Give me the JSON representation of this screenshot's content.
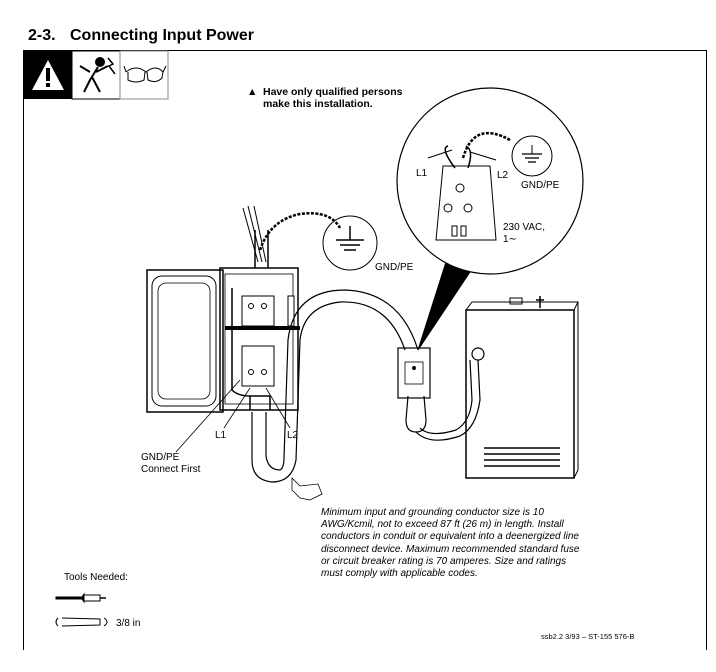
{
  "section": {
    "number": "2-3.",
    "title": "Connecting Input Power"
  },
  "safety_icons": [
    "warning-icon",
    "electric-shock-icon",
    "safety-glasses-icon"
  ],
  "warning": {
    "symbol": "▲",
    "line1": "Have only qualified persons",
    "line2": "make this installation."
  },
  "inset": {
    "l1": "L1",
    "l2": "L2",
    "gnd": "GND/PE",
    "voltage_line1": "230 VAC,",
    "voltage_line2": "1∼"
  },
  "diagram": {
    "gnd": "GND/PE",
    "l1": "L1",
    "l2": "L2",
    "gnd_connect_line1": "GND/PE",
    "gnd_connect_line2": "Connect First"
  },
  "note": "Minimum input and grounding conductor size is 10 AWG/Kcmil, not to exceed 87 ft (26 m) in length. Install conductors in conduit or equivalent into a deenergized line disconnect device. Maximum recommended standard fuse or circuit breaker rating is 70 amperes. Size and ratings must comply with applicable codes.",
  "tools": {
    "title": "Tools Needed:",
    "wrench_size": "3/8 in"
  },
  "footer": "ssb2.2 3/93 – ST-155 576-B"
}
